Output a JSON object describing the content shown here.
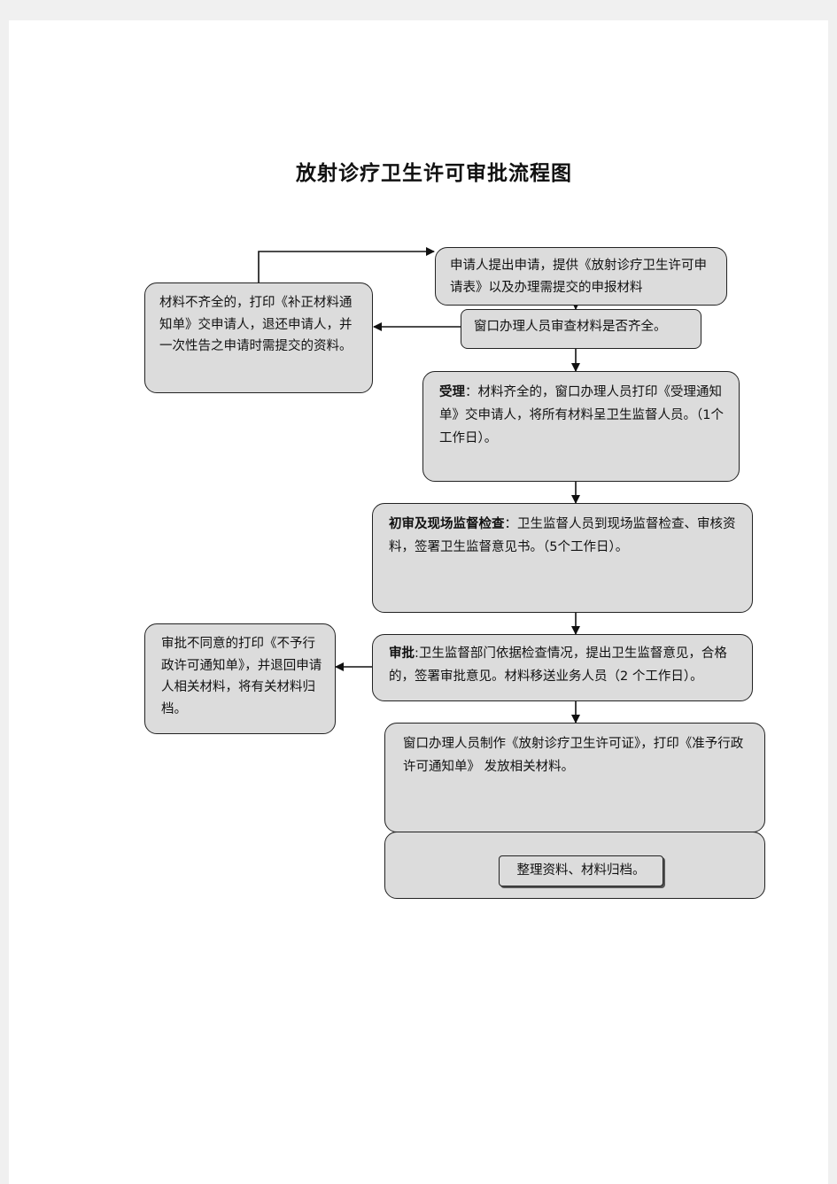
{
  "title": "放射诊疗卫生许可审批流程图",
  "nodes": {
    "apply": {
      "text": "申请人提出申请，提供《放射诊疗卫生许可申请表》以及办理需提交的申报材料"
    },
    "review_window": {
      "text": "窗口办理人员审查材料是否齐全。"
    },
    "incomplete": {
      "text": "材料不齐全的，打印《补正材料通知单》交申请人，退还申请人，并一次性告之申请时需提交的资料。"
    },
    "accept": {
      "label": "受理",
      "text": "：材料齐全的，窗口办理人员打印《受理通知单》交申请人，将所有材料呈卫生监督人员。（1个工作日）。"
    },
    "inspect": {
      "label": "初审及现场监督检查",
      "text": "：卫生监督人员到现场监督检查、审核资料，签署卫生监督意见书。（5个工作日）。"
    },
    "approve": {
      "label": "审批",
      "text": ":卫生监督部门依据检查情况，提出卫生监督意见，合格的，签署审批意见。材料移送业务人员（2 个工作日）。"
    },
    "reject": {
      "text": "审批不同意的打印《不予行政许可通知单》，并退回申请人相关材料，将有关材料归档。"
    },
    "issue": {
      "text": "窗口办理人员制作《放射诊疗卫生许可证》，打印《准予行政许可通知单》 发放相关材料。"
    },
    "archive": {
      "text": "整理资料、材料归档。"
    }
  },
  "colors": {
    "box_fill": "#dcdcdc",
    "border": "#222222",
    "page": "#ffffff",
    "background": "#f0f0f0"
  }
}
